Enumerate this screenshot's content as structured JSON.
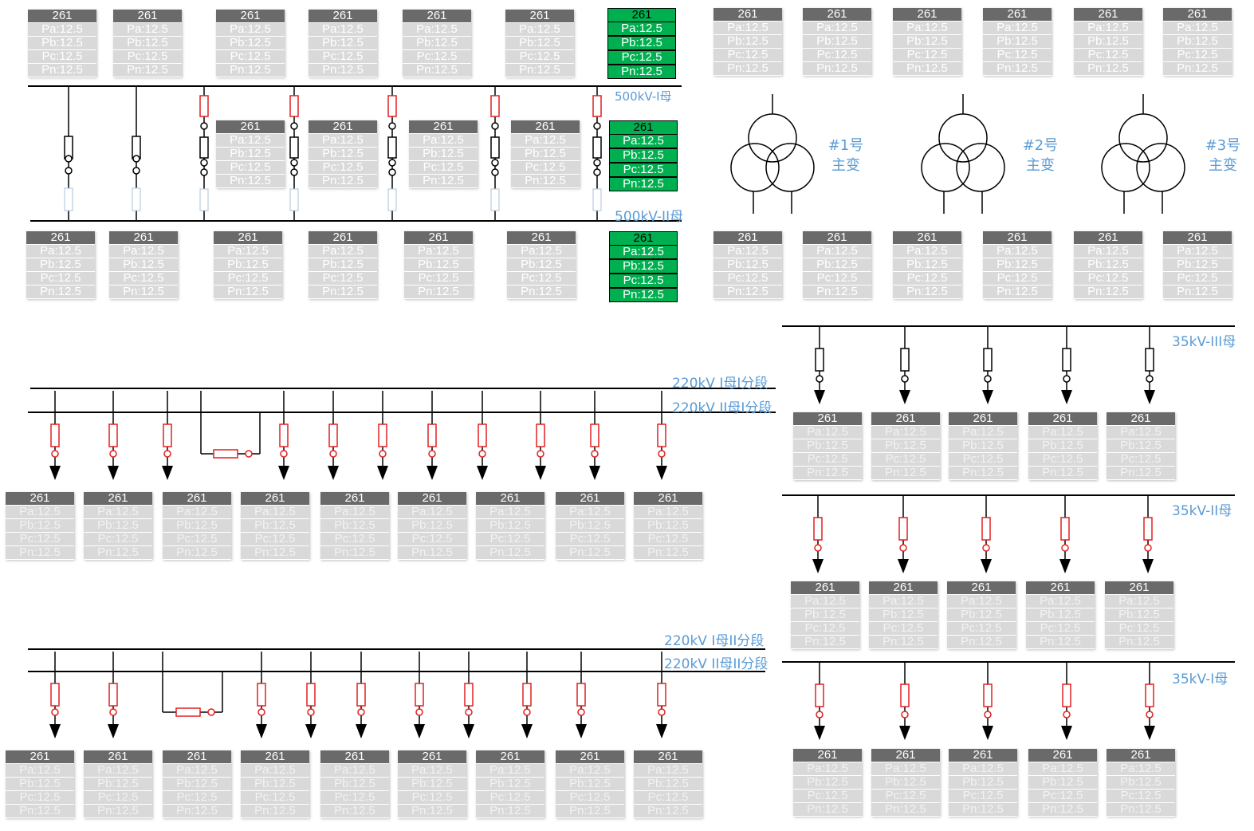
{
  "card": {
    "title": "261",
    "pa": "Pa:12.5",
    "pb": "Pb:12.5",
    "pc": "Pc:12.5",
    "pn": "Pn:12.5"
  },
  "bus_labels": {
    "b500_1": "500kV-I母",
    "b500_2": "500kV-II母",
    "b220_1_1": "220kV I母I分段",
    "b220_2_1": "220kV II母I分段",
    "b220_1_2": "220kV I母II分段",
    "b220_2_2": "220kV II母II分段",
    "b35_3": "35kV-III母",
    "b35_2": "35kV-II母",
    "b35_1": "35kV-I母"
  },
  "transformers": [
    {
      "line1": "#1号",
      "line2": "主变"
    },
    {
      "line1": "#2号",
      "line2": "主变"
    },
    {
      "line1": "#3号",
      "line2": "主变"
    }
  ],
  "colors": {
    "bus_line": "#000000",
    "breaker_closed": "#e02020",
    "breaker_open": "#000000",
    "label_blue": "#5b9bd5",
    "card_header": "#6a6a6a",
    "card_body": "#d9d9d9",
    "card_active": "#00b050"
  },
  "card_status_legend": {
    "active_color": "green",
    "normal_color": "gray"
  }
}
